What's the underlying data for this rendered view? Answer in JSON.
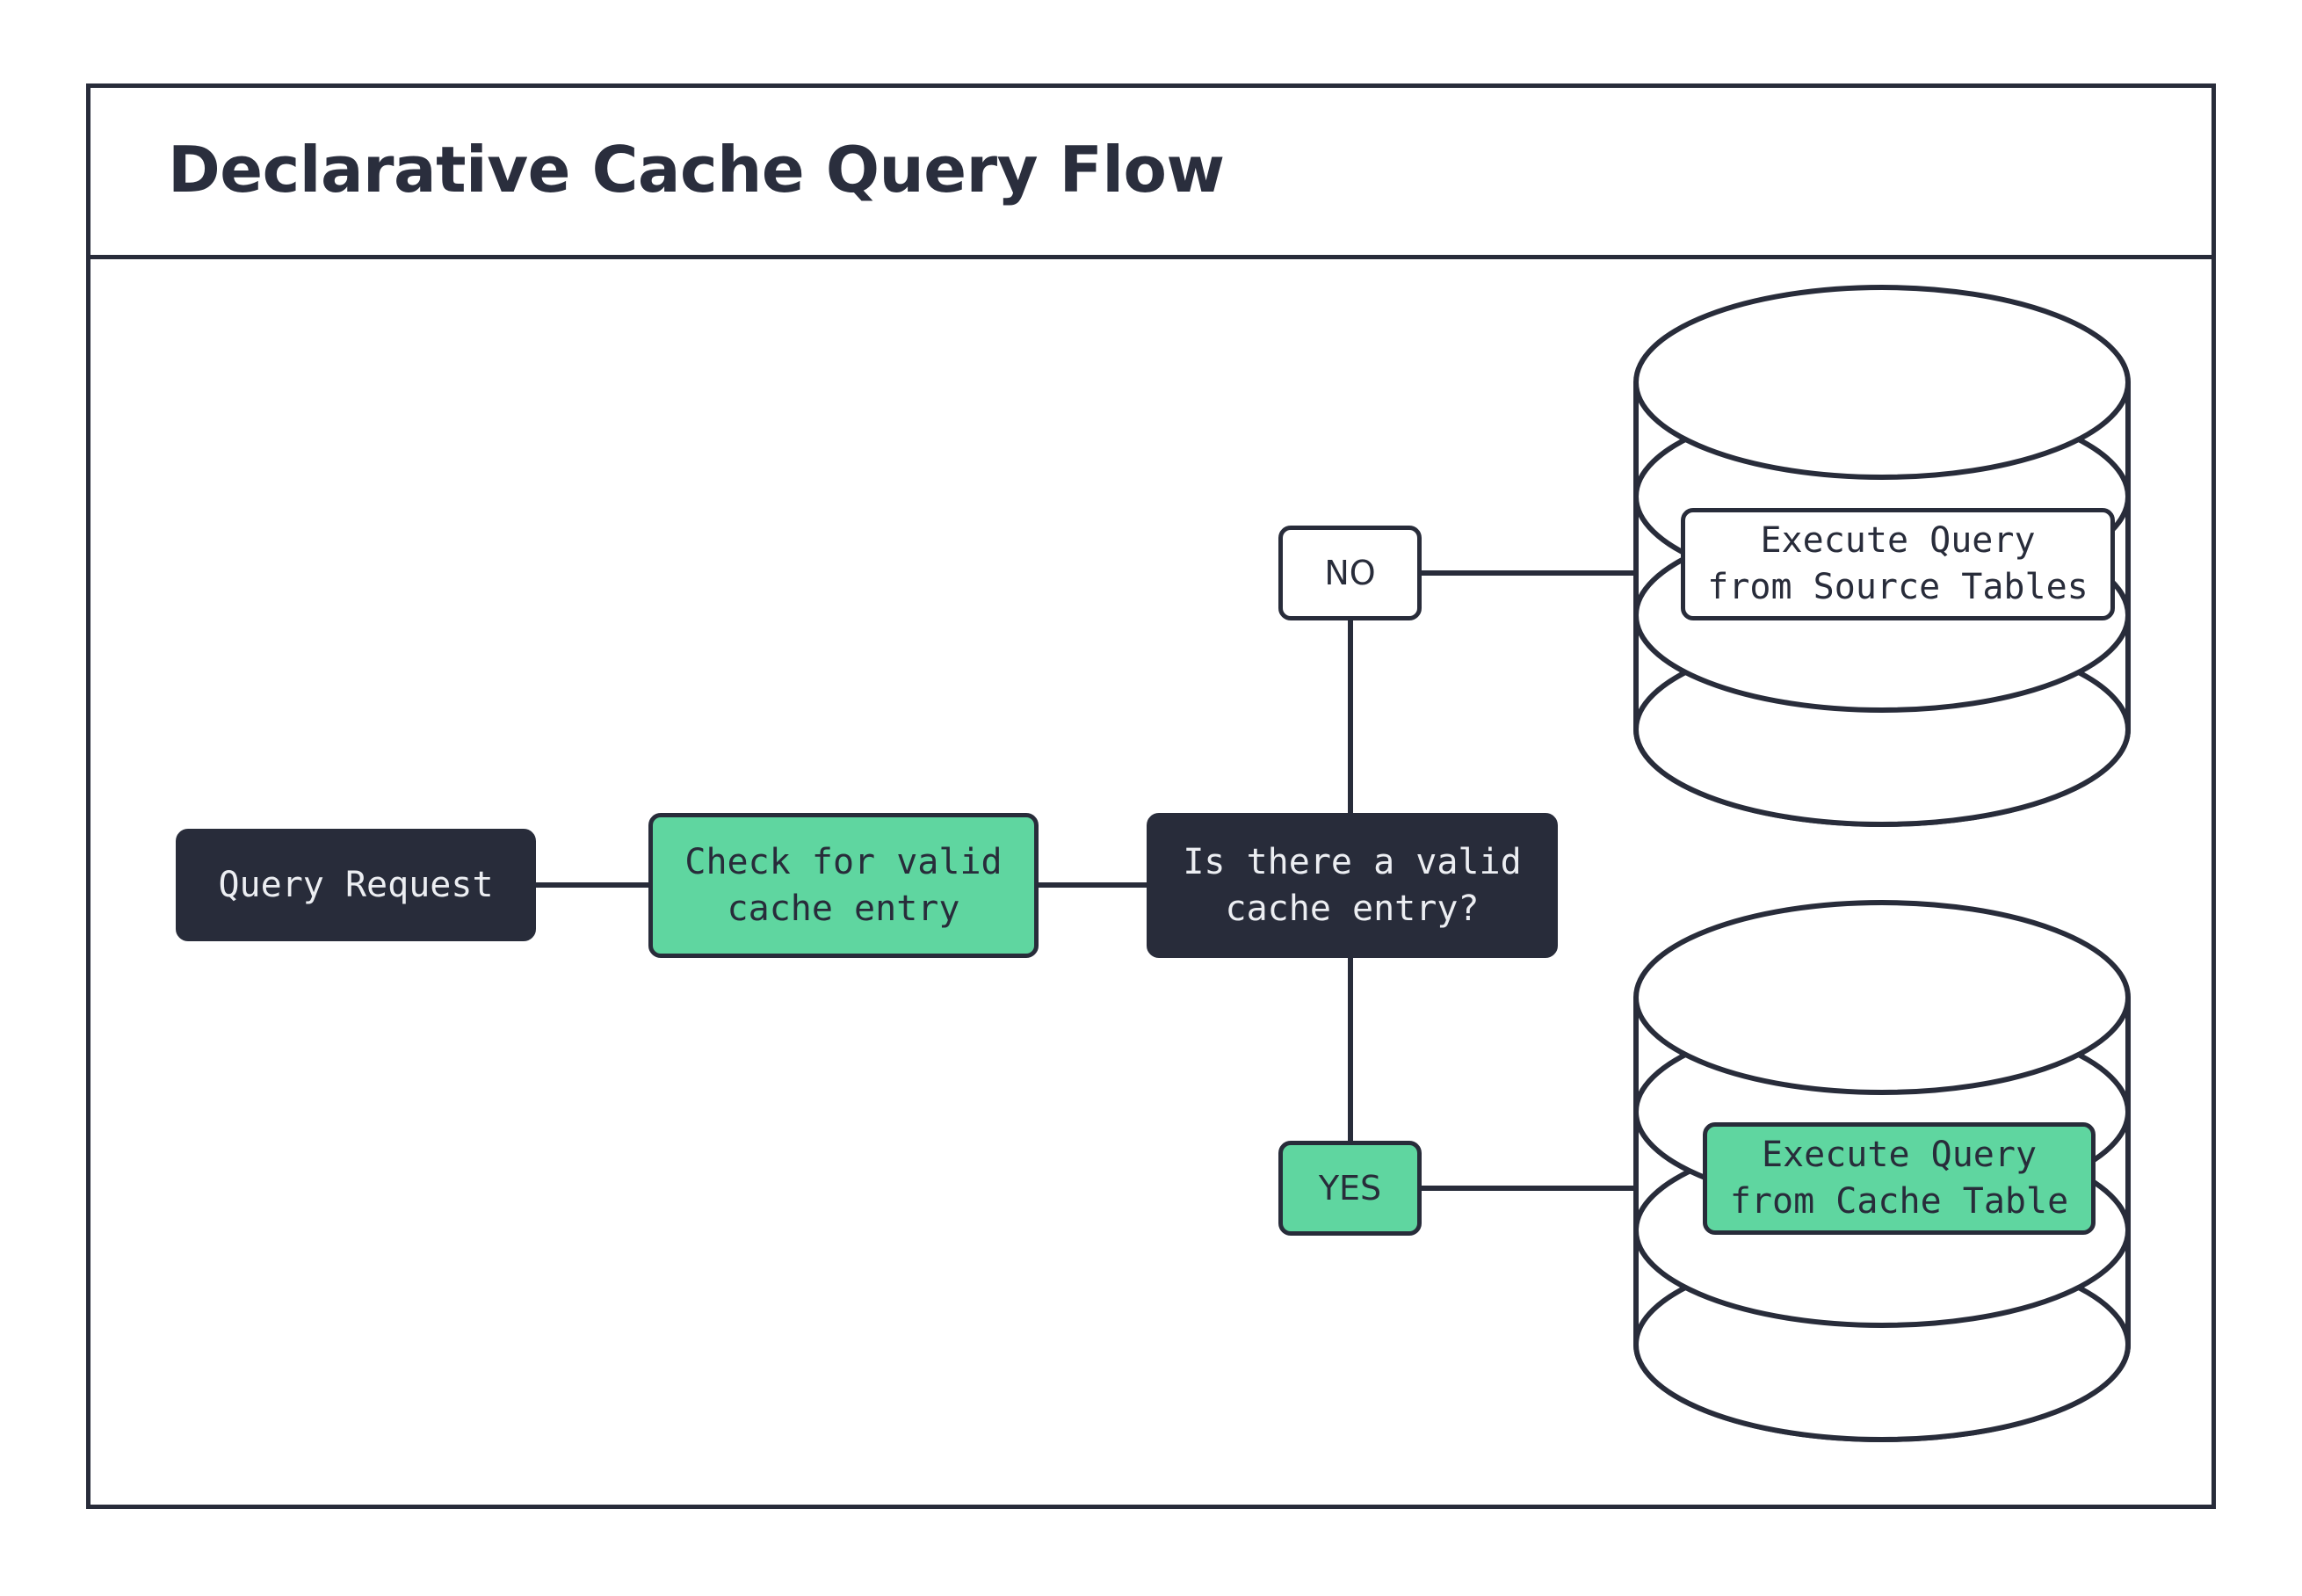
{
  "diagram": {
    "title": "Declarative Cache Query Flow",
    "colors": {
      "ink": "#282c3a",
      "accent_green": "#5fd6a0",
      "surface": "#ffffff",
      "dark_text": "#eceef2"
    },
    "nodes": [
      {
        "id": "query-request",
        "label": "Query Request",
        "shape": "rounded-rect",
        "style": "dark"
      },
      {
        "id": "check-cache",
        "label": "Check for valid\ncache entry",
        "shape": "rounded-rect",
        "style": "green"
      },
      {
        "id": "decision",
        "label": "Is there a valid\ncache entry?",
        "shape": "rounded-rect",
        "style": "dark"
      },
      {
        "id": "exec-source",
        "label": "Execute Query\nfrom Source Tables",
        "shape": "database-cylinder",
        "style": "white"
      },
      {
        "id": "exec-cache",
        "label": "Execute Query\nfrom Cache Table",
        "shape": "database-cylinder",
        "style": "green"
      }
    ],
    "edge_labels": [
      {
        "id": "no",
        "label": "NO",
        "style": "white"
      },
      {
        "id": "yes",
        "label": "YES",
        "style": "green"
      }
    ],
    "edges": [
      {
        "from": "query-request",
        "to": "check-cache"
      },
      {
        "from": "check-cache",
        "to": "decision"
      },
      {
        "from": "decision",
        "to": "exec-source",
        "label": "NO"
      },
      {
        "from": "decision",
        "to": "exec-cache",
        "label": "YES"
      }
    ]
  }
}
